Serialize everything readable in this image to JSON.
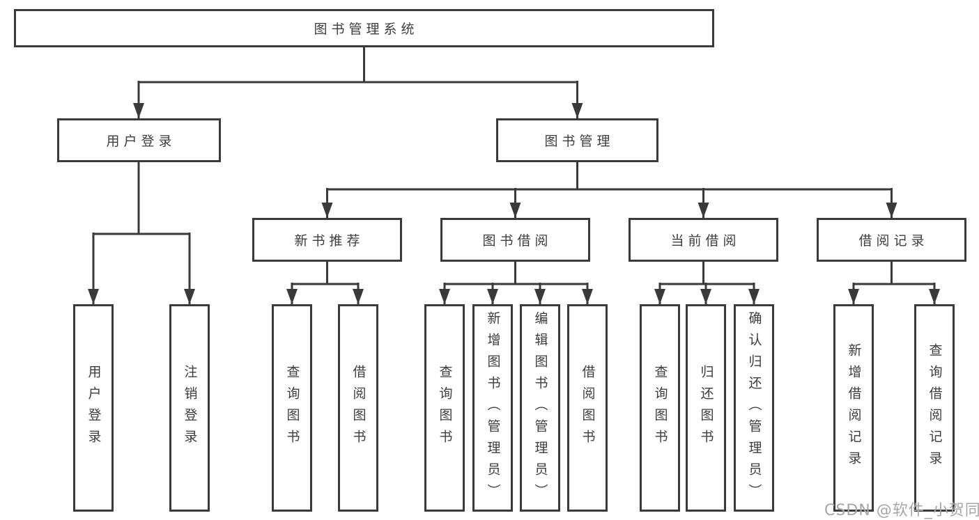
{
  "watermark": {
    "text": "CSDN @软件_小贺同学",
    "color": "#a6a6a6"
  },
  "colors": {
    "line": "#3a3a3a",
    "box_border": "#3a3a3a",
    "text": "#3d3d3d",
    "background": "#ffffff"
  },
  "tree": {
    "root": {
      "label": "图书管理系统"
    },
    "branches": [
      {
        "label": "用户登录",
        "children": [
          {
            "label": "用户登录"
          },
          {
            "label": "注销登录"
          }
        ]
      },
      {
        "label": "图书管理",
        "children": [
          {
            "label": "新书推荐",
            "children": [
              {
                "label": "查询图书"
              },
              {
                "label": "借阅图书"
              }
            ]
          },
          {
            "label": "图书借阅",
            "children": [
              {
                "label": "查询图书"
              },
              {
                "label": "新增图书（管理员）"
              },
              {
                "label": "编辑图书（管理员）"
              },
              {
                "label": "借阅图书"
              }
            ]
          },
          {
            "label": "当前借阅",
            "children": [
              {
                "label": "查询图书"
              },
              {
                "label": "归还图书"
              },
              {
                "label": "确认归还（管理员）"
              }
            ]
          },
          {
            "label": "借阅记录",
            "children": [
              {
                "label": "新增借阅记录"
              },
              {
                "label": "查询借阅记录"
              }
            ]
          }
        ]
      }
    ]
  }
}
